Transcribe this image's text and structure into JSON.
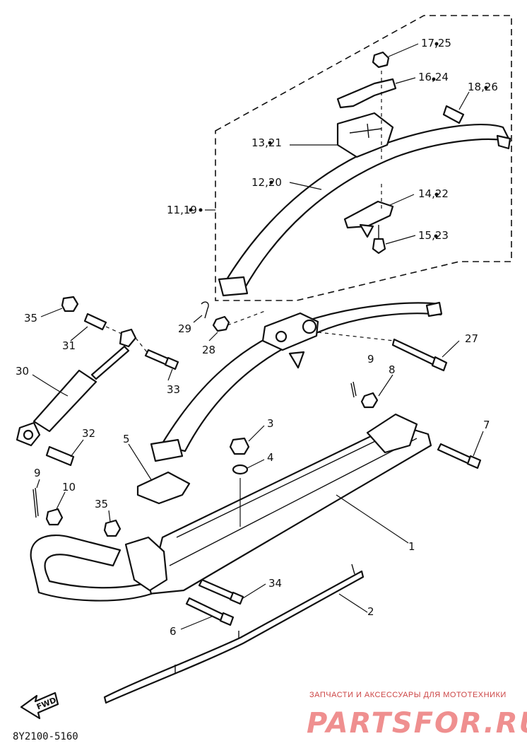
{
  "callouts": {
    "c1725": "17,25",
    "c1624": "16,24",
    "c1826": "18,26",
    "c1321": "13,21",
    "c1220": "12,20",
    "c1422": "14,22",
    "c1119": "11,19",
    "c1523": "15,23",
    "c35a": "35",
    "c29": "29",
    "c31": "31",
    "c28": "28",
    "c27": "27",
    "c33": "33",
    "c9a": "9",
    "c8": "8",
    "c30": "30",
    "c32": "32",
    "c3": "3",
    "c5": "5",
    "c4": "4",
    "c7": "7",
    "c9b": "9",
    "c10": "10",
    "c35b": "35",
    "c1": "1",
    "c34": "34",
    "c2": "2",
    "c6": "6"
  },
  "fwd_label": "FWD",
  "diagram_code": "8Y2100-5160",
  "watermark": {
    "tagline": "ЗАПЧАСТИ И АКСЕССУАРЫ ДЛЯ МОТОТЕХНИКИ",
    "brand": "PARTSFOR.RU"
  }
}
